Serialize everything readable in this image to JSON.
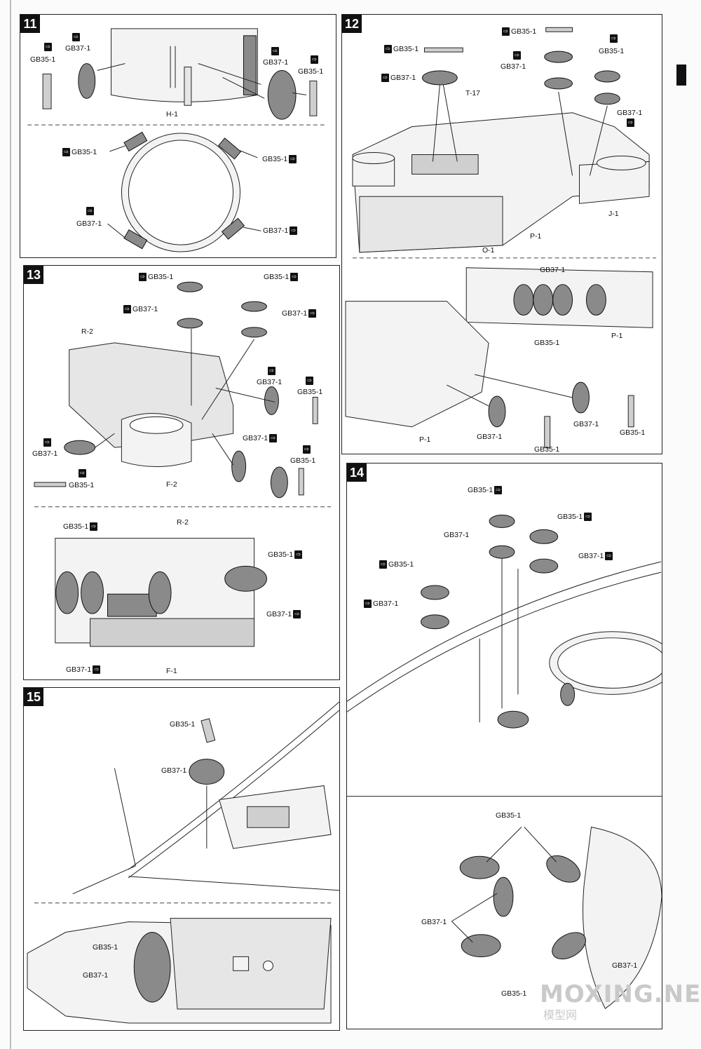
{
  "page": {
    "watermark": "MOXING.NET",
    "watermark_sub": "模型网"
  },
  "parts": {
    "gb35": "GB35-1",
    "gb37": "GB37-1",
    "icon": "photo-etch-part-icon"
  },
  "steps": {
    "s11": {
      "number": "11",
      "labels": [
        "H-1"
      ]
    },
    "s12": {
      "number": "12",
      "labels": [
        "T-17",
        "J-1",
        "P-1",
        "O-1",
        "P-1",
        "P-1"
      ]
    },
    "s13": {
      "number": "13",
      "labels": [
        "R-2",
        "F-2",
        "R-2",
        "F-1"
      ]
    },
    "s14": {
      "number": "14",
      "labels": []
    },
    "s15": {
      "number": "15",
      "labels": []
    }
  }
}
